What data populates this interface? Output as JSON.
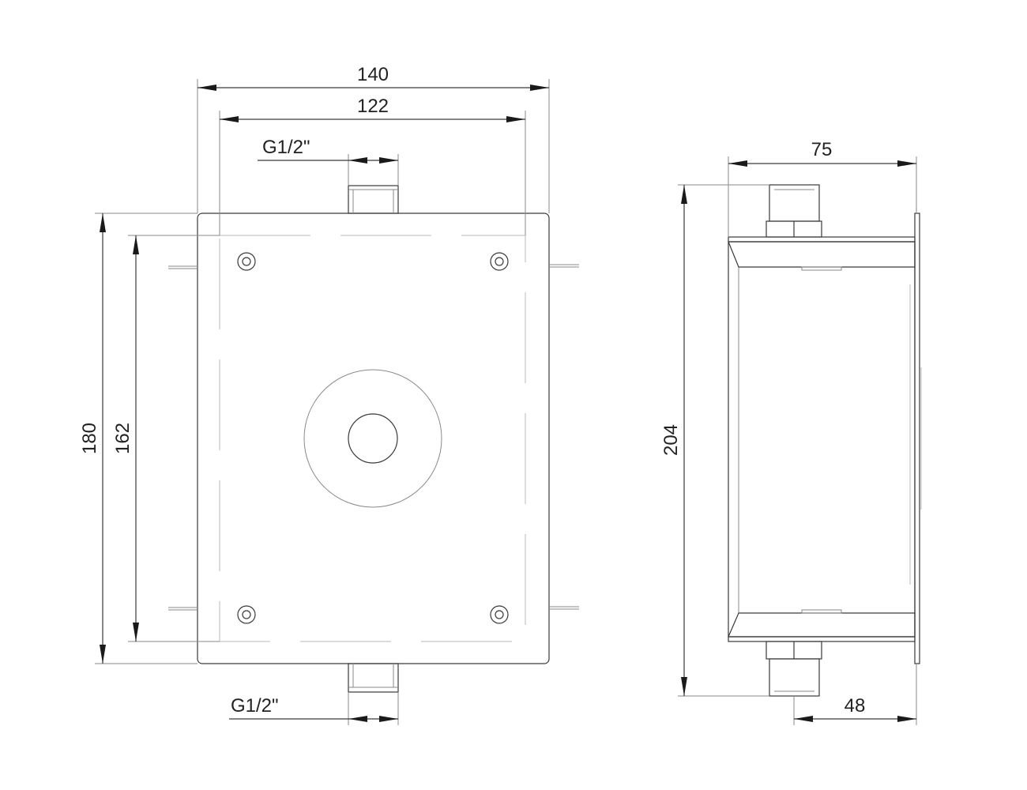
{
  "front_view": {
    "dim_outer_width": "140",
    "dim_inner_width": "122",
    "dim_thread_top": "G1/2\"",
    "dim_thread_bottom": "G1/2\"",
    "dim_outer_height": "180",
    "dim_inner_height": "162"
  },
  "side_view": {
    "dim_depth": "75",
    "dim_total_height": "204",
    "dim_offset": "48"
  },
  "colors": {
    "line": "#3a3a3a",
    "thin_line": "#8a8a8a",
    "light_line": "#b8b8b8",
    "arrow": "#1a1a1a",
    "text": "#222222"
  }
}
